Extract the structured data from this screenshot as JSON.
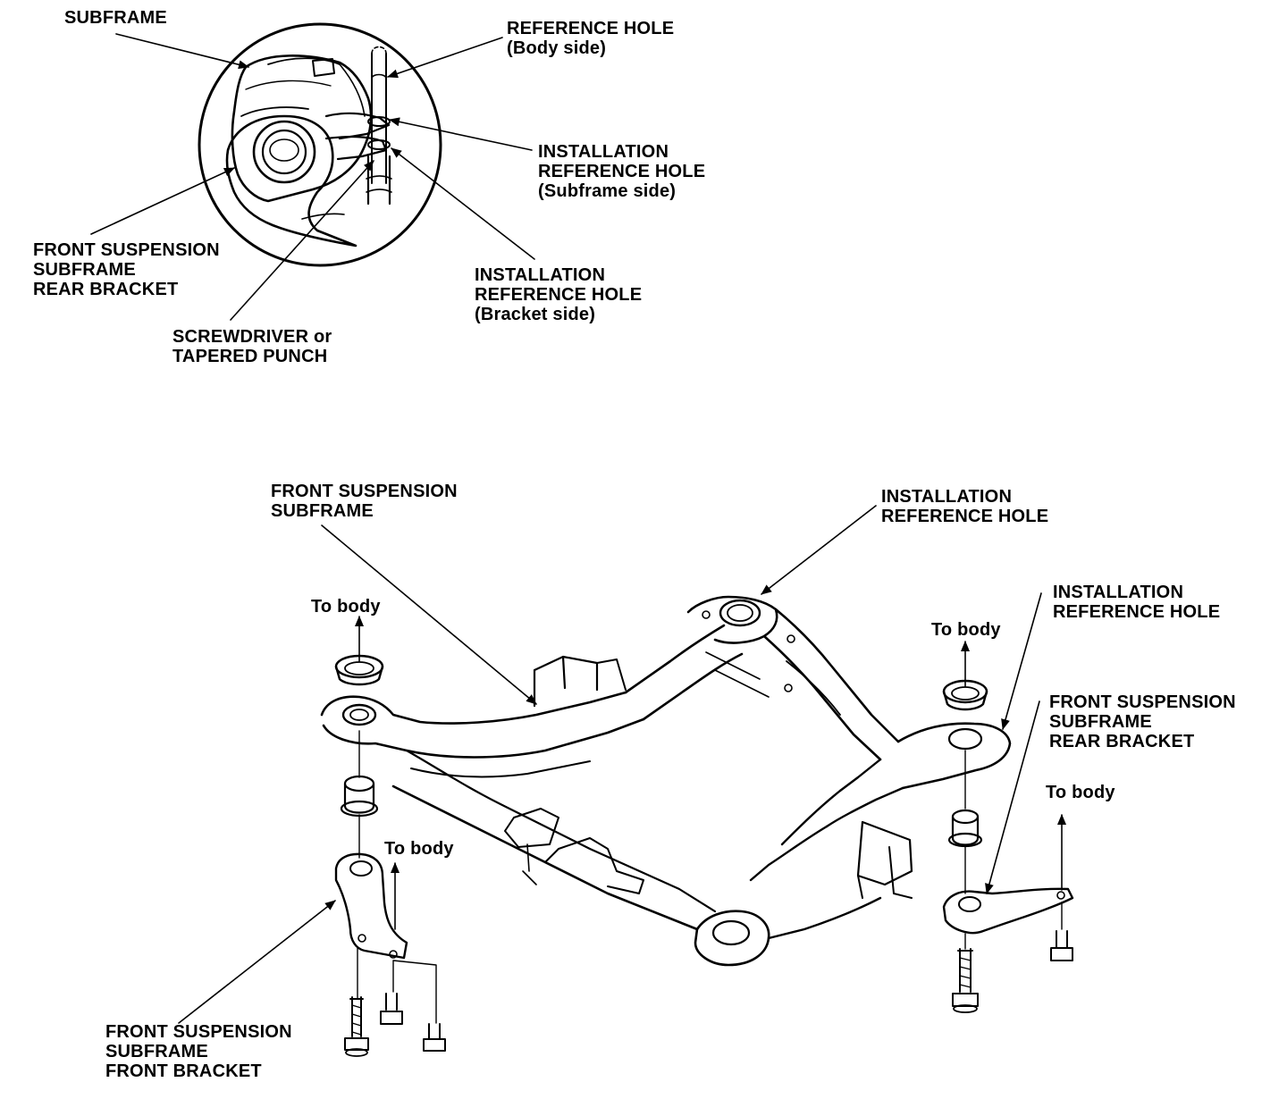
{
  "colors": {
    "ink": "#000000",
    "paper": "#ffffff"
  },
  "detail_labels": {
    "subframe": "SUBFRAME",
    "reference_hole": [
      "REFERENCE HOLE",
      "(Body side)"
    ],
    "install_ref_subframe": [
      "INSTALLATION",
      "REFERENCE HOLE",
      "(Subframe side)"
    ],
    "install_ref_bracket": [
      "INSTALLATION",
      "REFERENCE HOLE",
      "(Bracket side)"
    ],
    "rear_bracket": [
      "FRONT SUSPENSION",
      "SUBFRAME",
      "REAR BRACKET"
    ],
    "screwdriver": [
      "SCREWDRIVER or",
      "TAPERED PUNCH"
    ]
  },
  "main_labels": {
    "front_subframe": [
      "FRONT SUSPENSION",
      "SUBFRAME"
    ],
    "install_ref_hole_top": [
      "INSTALLATION",
      "REFERENCE HOLE"
    ],
    "install_ref_hole_right": [
      "INSTALLATION",
      "REFERENCE HOLE"
    ],
    "rear_bracket_right": [
      "FRONT SUSPENSION",
      "SUBFRAME",
      "REAR BRACKET"
    ],
    "front_bracket": [
      "FRONT SUSPENSION",
      "SUBFRAME",
      "FRONT BRACKET"
    ],
    "to_body": "To body"
  }
}
